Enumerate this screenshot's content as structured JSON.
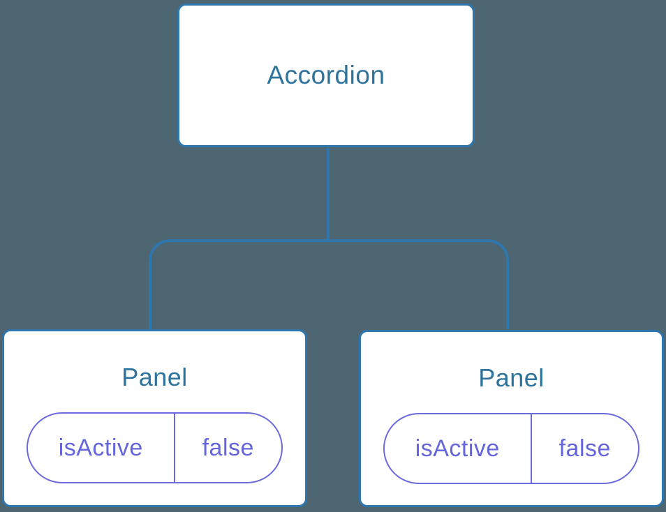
{
  "diagram": {
    "title": "component-state-tree",
    "colors": {
      "background": "#4D6671",
      "node_border": "#2E76AD",
      "node_fill": "#FFFFFF",
      "node_text": "#2E739C",
      "state_accent": "#6A6ADB",
      "state_text": "#6565DC"
    },
    "root": {
      "label": "Accordion"
    },
    "children": [
      {
        "label": "Panel",
        "state": {
          "key": "isActive",
          "value": "false"
        }
      },
      {
        "label": "Panel",
        "state": {
          "key": "isActive",
          "value": "false"
        }
      }
    ]
  }
}
